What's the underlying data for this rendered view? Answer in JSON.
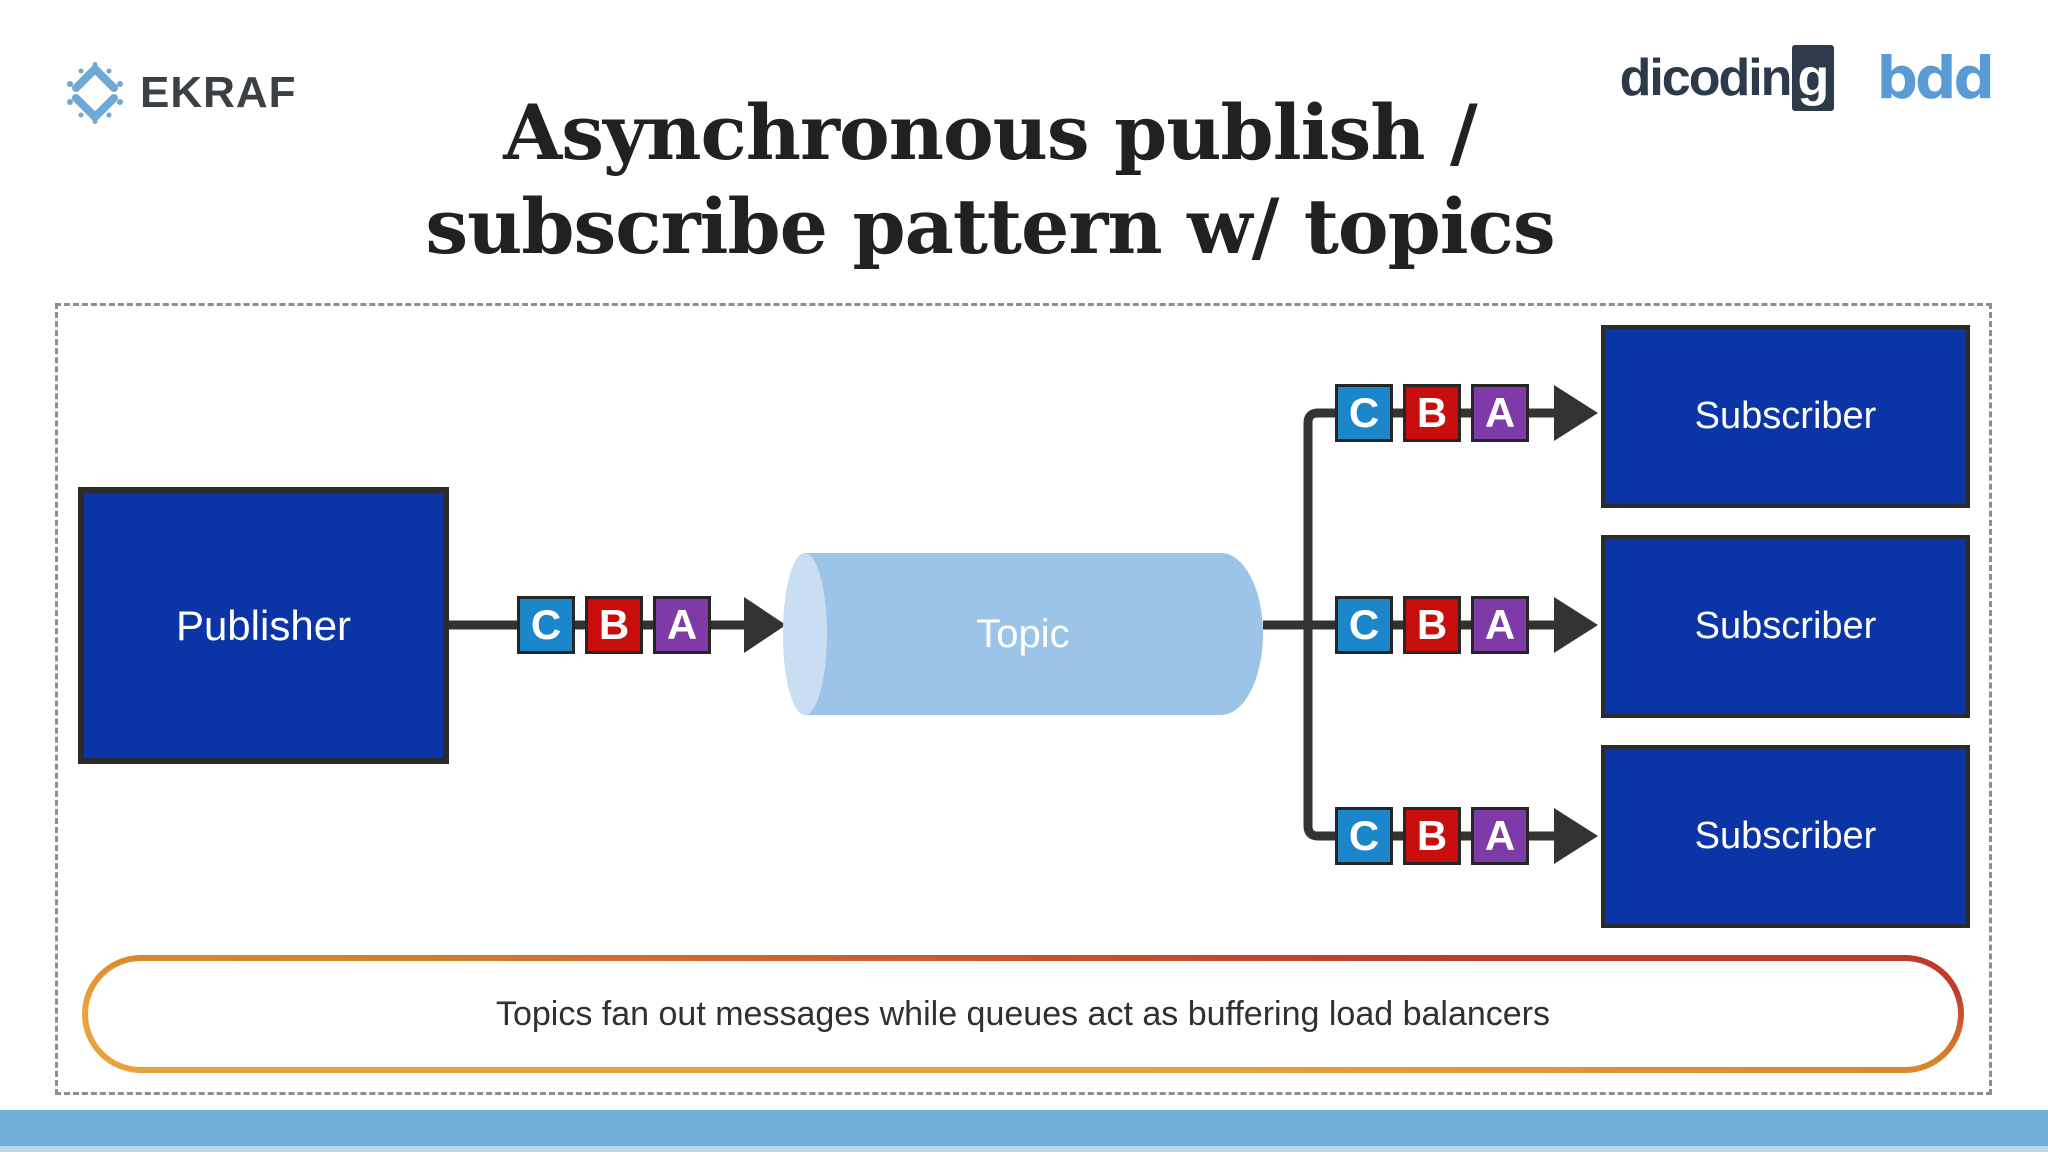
{
  "header": {
    "brand_left": {
      "text": "EKRAF",
      "icon": "snowflake-diamond-icon",
      "icon_color": "#6fa8d4"
    },
    "title_line1": "Asynchronous publish /",
    "title_line2": "subscribe pattern w/ topics",
    "brand_right": {
      "dicoding_main": "dicodin",
      "dicoding_g": "g",
      "dicoding_color": "#2d3a4a",
      "bdd_text": "bdd",
      "bdd_color": "#5b9bd5"
    }
  },
  "diagram": {
    "publisher": {
      "label": "Publisher"
    },
    "topic": {
      "label": "Topic"
    },
    "subscribers": [
      {
        "label": "Subscriber"
      },
      {
        "label": "Subscriber"
      },
      {
        "label": "Subscriber"
      }
    ],
    "message_sequence": [
      "C",
      "B",
      "A"
    ],
    "message_colors": {
      "C": "#1b86c9",
      "B": "#c90d0d",
      "A": "#7e3ba8"
    },
    "node_color": "#0b35a6",
    "node_border_color": "#2b2b2b",
    "topic_fill": "#9cc3e8",
    "topic_cap_fill": "#c9def2",
    "connector_color": "#333333",
    "frame_border_color": "#8e8e8e"
  },
  "callout": {
    "text": "Topics fan out messages while queues act as buffering load balancers",
    "border_gradient": [
      "#e9a23b",
      "#c0392b"
    ]
  },
  "footer": {
    "bar_color": "#72b0da",
    "bar_light_color": "#b9d8ec"
  }
}
